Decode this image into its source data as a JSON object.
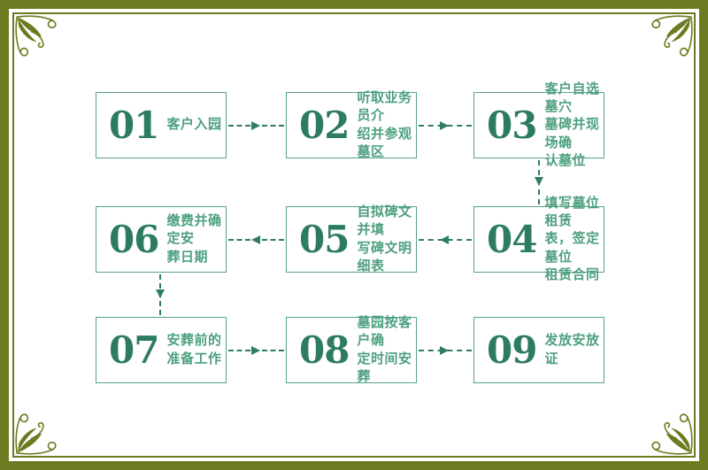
{
  "frame": {
    "band_color": "#6c7b20",
    "ornament": "corner-flourish"
  },
  "flow": {
    "accent_number_color": "#2d7c5f",
    "label_color": "#4da07f",
    "box_border_color": "#57a283",
    "arrow_color": "#2e7d63",
    "steps": [
      {
        "num": "01",
        "label": "客户入园"
      },
      {
        "num": "02",
        "label": "听取业务员介\n绍并参观墓区"
      },
      {
        "num": "03",
        "label": "客户自选墓穴\n墓碑并现场确\n认墓位"
      },
      {
        "num": "04",
        "label": "填写墓位租赁\n表，签定墓位\n租赁合同"
      },
      {
        "num": "05",
        "label": "自拟碑文并填\n写碑文明细表"
      },
      {
        "num": "06",
        "label": "缴费并确定安\n葬日期"
      },
      {
        "num": "07",
        "label": "安葬前的\n准备工作"
      },
      {
        "num": "08",
        "label": "墓园按客户确\n定时间安葬"
      },
      {
        "num": "09",
        "label": "发放安放证"
      }
    ]
  }
}
